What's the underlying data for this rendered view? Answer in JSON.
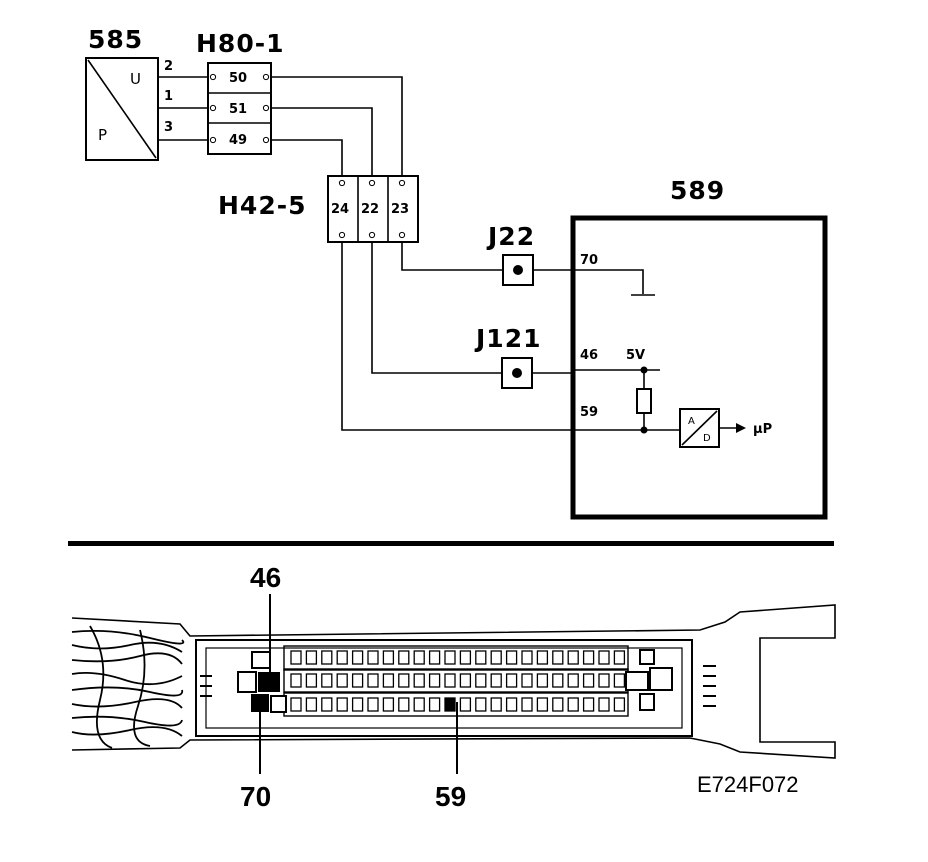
{
  "components": {
    "sensor": {
      "id": "585",
      "label_top": "U",
      "label_bottom": "P",
      "pins": [
        "2",
        "1",
        "3"
      ]
    },
    "connector_h80": {
      "id": "H80-1",
      "terminals": [
        "50",
        "51",
        "49"
      ]
    },
    "connector_h42": {
      "id": "H42-5",
      "terminals": [
        "24",
        "22",
        "23"
      ]
    },
    "junction_j22": {
      "id": "J22"
    },
    "junction_j121": {
      "id": "J121"
    },
    "ecu": {
      "id": "589",
      "pin_top": "70",
      "pin_mid": "46",
      "pin_low": "59",
      "supply": "5V",
      "adc_top": "A",
      "adc_bottom": "D",
      "output": "μP"
    }
  },
  "connector_view": {
    "pin_46": "46",
    "pin_70": "70",
    "pin_59": "59"
  },
  "reference": "E724F072"
}
